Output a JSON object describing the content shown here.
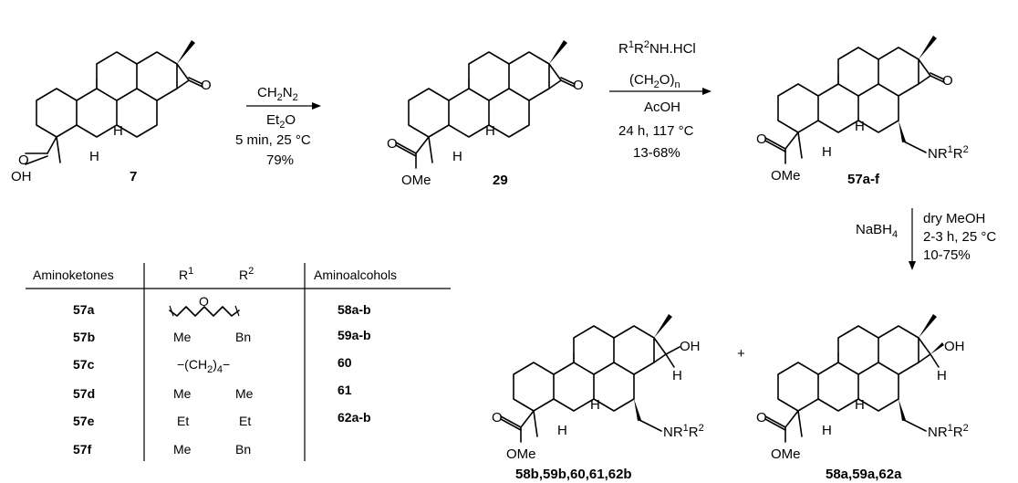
{
  "compounds": {
    "c7": {
      "label": "7",
      "oh": "OH",
      "h": "H",
      "o": "O"
    },
    "c29": {
      "label": "29",
      "ome": "OMe",
      "h": "H",
      "o": "O"
    },
    "c57": {
      "label": "57a-f",
      "ome": "OMe",
      "h": "H",
      "o": "O",
      "nr": "NR",
      "sup1": "1",
      "r": "R",
      "sup2": "2"
    },
    "c58b": {
      "label": "58b,59b,60,61,62b",
      "ome": "OMe",
      "h": "H",
      "o": "O",
      "oh": "OH",
      "nr": "NR",
      "sup1": "1",
      "r": "R",
      "sup2": "2"
    },
    "c58a": {
      "label": "58a,59a,62a",
      "ome": "OMe",
      "h": "H",
      "o": "O",
      "oh": "OH",
      "nr": "NR",
      "sup1": "1",
      "r": "R",
      "sup2": "2"
    }
  },
  "plus": "+",
  "arrow1": {
    "reagent_main": "CH",
    "sub2": "2",
    "n": "N",
    "sub2b": "2",
    "solvent": "Et",
    "sub_et": "2",
    "o": "O",
    "cond": "5 min, 25 °C",
    "yield": "79%"
  },
  "arrow2": {
    "r1": "R",
    "s1": "1",
    "r2": "R",
    "s2": "2",
    "amine": "NH.HCl",
    "p_open": "(CH",
    "p_sub": "2",
    "p_close": "O)",
    "p_n": "n",
    "acid": "AcOH",
    "cond": "24 h, 117 °C",
    "yield": "13-68%"
  },
  "arrow3": {
    "reagent": "NaBH",
    "sub4": "4",
    "solvent": "dry MeOH",
    "cond": "2-3 h, 25 °C",
    "yield": "10-75%"
  },
  "table": {
    "headers": {
      "amino": "Aminoketones",
      "r1": "R",
      "r1sup": "1",
      "r2": "R",
      "r2sup": "2",
      "alc": "Aminoalcohols"
    },
    "rows": [
      {
        "ketone": "57a",
        "r1": "",
        "r2": "",
        "alcohol": "58a-b",
        "morpholine_o": "O"
      },
      {
        "ketone": "57b",
        "r1": "Me",
        "r2": "Bn",
        "alcohol": "59a-b"
      },
      {
        "ketone": "57c",
        "span_a": "−(CH",
        "span_sub": "2",
        "span_b": ")",
        "span_n": "4",
        "span_c": "−",
        "alcohol": "60"
      },
      {
        "ketone": "57d",
        "r1": "Me",
        "r2": "Me",
        "alcohol": "61"
      },
      {
        "ketone": "57e",
        "r1": "Et",
        "r2": "Et",
        "alcohol": "62a-b"
      },
      {
        "ketone": "57f",
        "r1": "Me",
        "r2": "Bn",
        "alcohol": ""
      }
    ]
  }
}
